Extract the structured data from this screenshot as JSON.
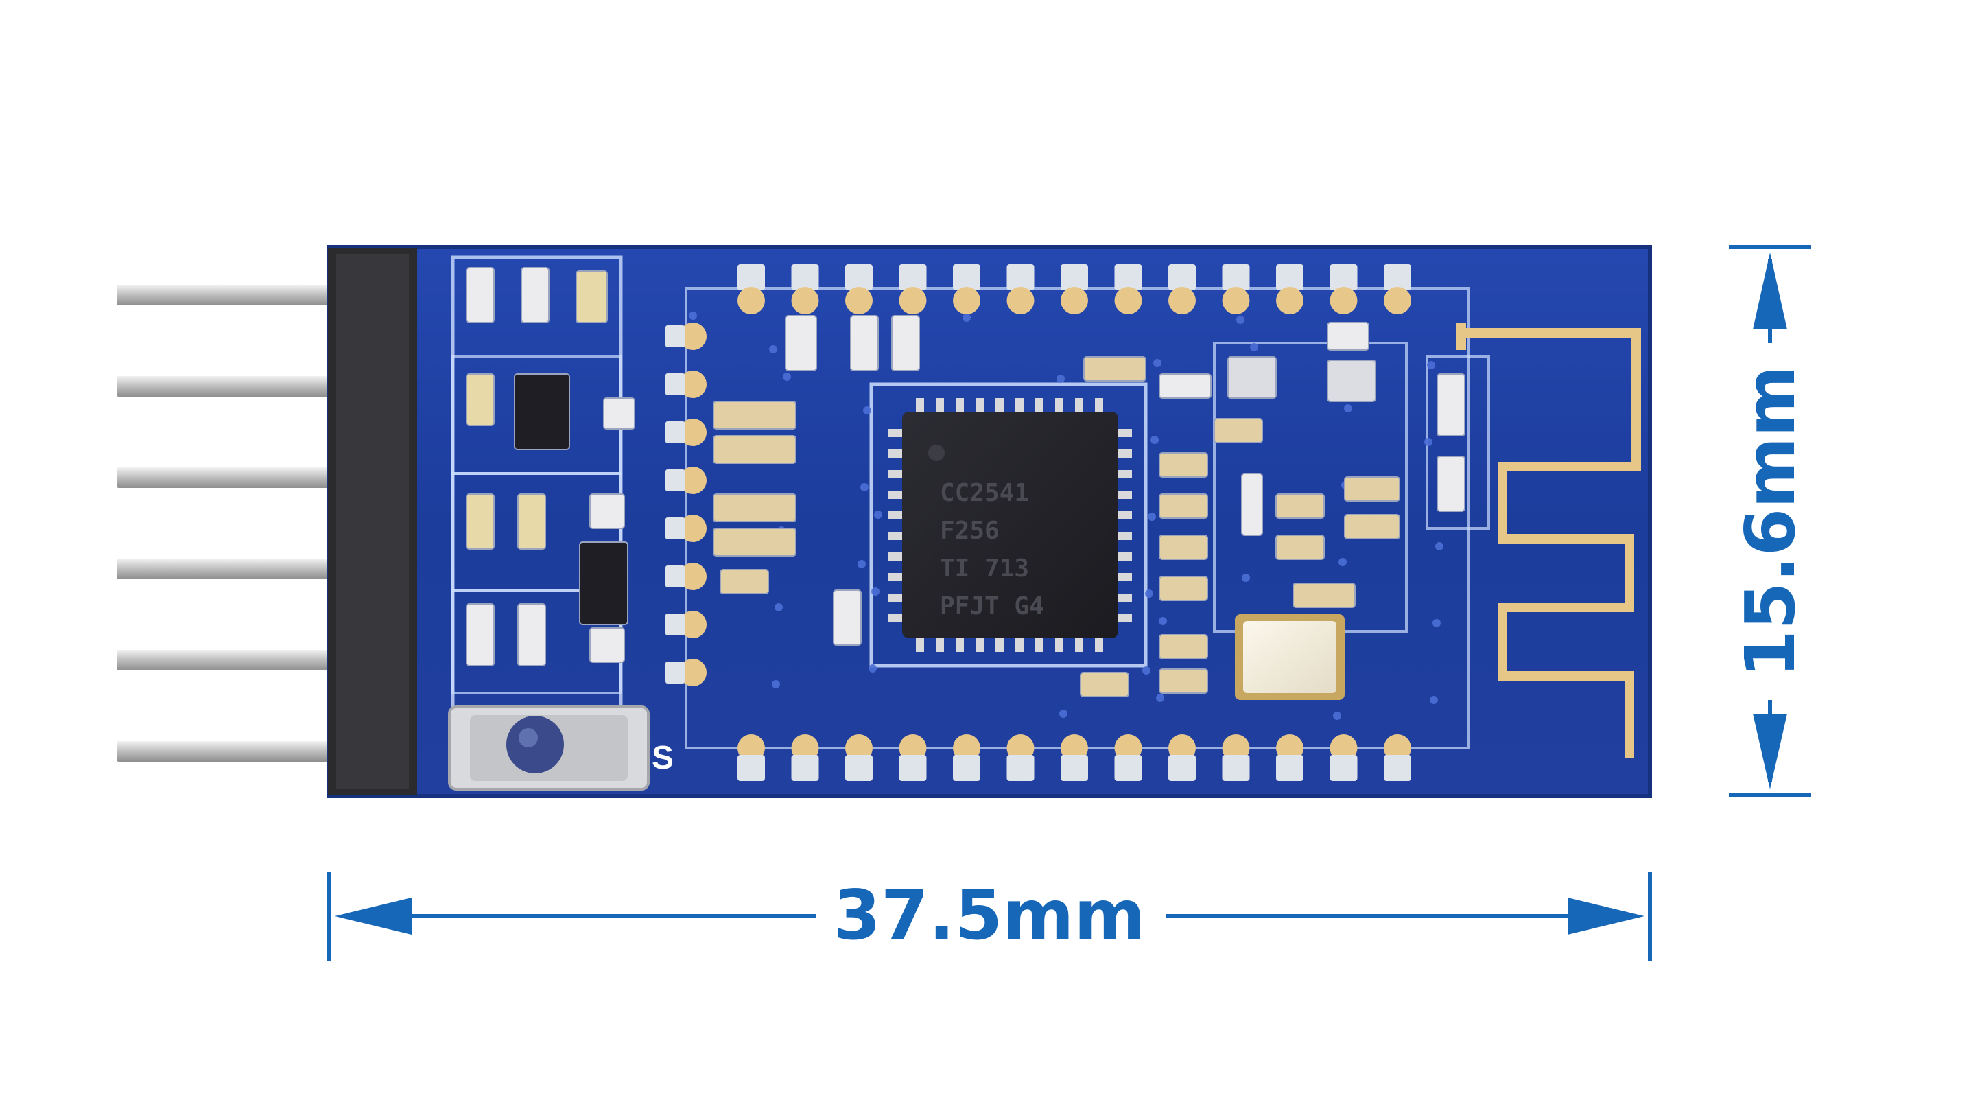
{
  "dimensions": {
    "width_label": "37.5mm",
    "height_label": "15.6mm"
  },
  "board": {
    "silkscreen_label": "S",
    "chip_marking": [
      "CC2541",
      "F256",
      "TI 713",
      "PFJT G4"
    ],
    "header_pin_count": 6,
    "castellated_pads_per_edge": 13,
    "side_pads": 8
  },
  "colors": {
    "pcb": "#1d3fa0",
    "pcb_edge": "#2a52bf",
    "dimension": "#1667b8",
    "gold": "#e6c787",
    "pins": "#cfcfcf"
  }
}
